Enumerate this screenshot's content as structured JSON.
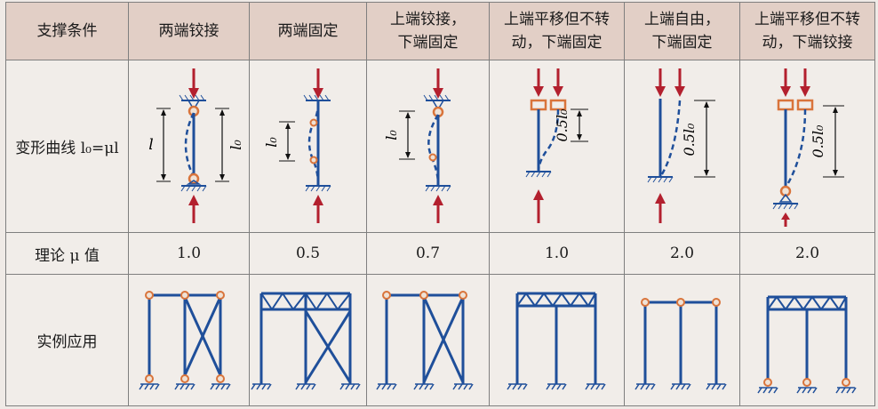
{
  "header": {
    "row_label": "支撑条件",
    "columns": [
      {
        "line1": "两端铰接",
        "line2": ""
      },
      {
        "line1": "两端固定",
        "line2": ""
      },
      {
        "line1": "上端铰接，",
        "line2": "下端固定"
      },
      {
        "line1": "上端平移但不转",
        "line2": "动，下端固定"
      },
      {
        "line1": "上端自由，",
        "line2": "下端固定"
      },
      {
        "line1": "上端平移但不转",
        "line2": "动，下端铰接"
      }
    ]
  },
  "rows": {
    "curve_label": "变形曲线 l₀=μl",
    "mu_label": "理论 μ 值",
    "application_label": "实例应用"
  },
  "mu_values": [
    "1.0",
    "0.5",
    "0.7",
    "1.0",
    "2.0",
    "2.0"
  ],
  "curve_labels": {
    "l": "l",
    "l0": "l₀",
    "half_l0": "0.5l₀"
  },
  "colors": {
    "column_blue": "#1f4f9a",
    "force_red": "#b3202e",
    "hinge_orange": "#d9743b",
    "header_bg": "#e2cfc6"
  }
}
